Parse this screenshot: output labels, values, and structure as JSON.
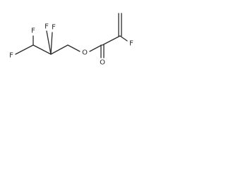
{
  "molecule": {
    "atoms": [
      {
        "id": "F1",
        "label": "F"
      },
      {
        "id": "F2",
        "label": "F"
      },
      {
        "id": "F3",
        "label": "F"
      },
      {
        "id": "F4",
        "label": "F"
      },
      {
        "id": "O1",
        "label": "O"
      },
      {
        "id": "O2",
        "label": "O"
      },
      {
        "id": "F5",
        "label": "F"
      }
    ],
    "colors": {
      "bond": "#2b2b2b",
      "label": "#2b2b2b",
      "background": "#ffffff"
    }
  }
}
